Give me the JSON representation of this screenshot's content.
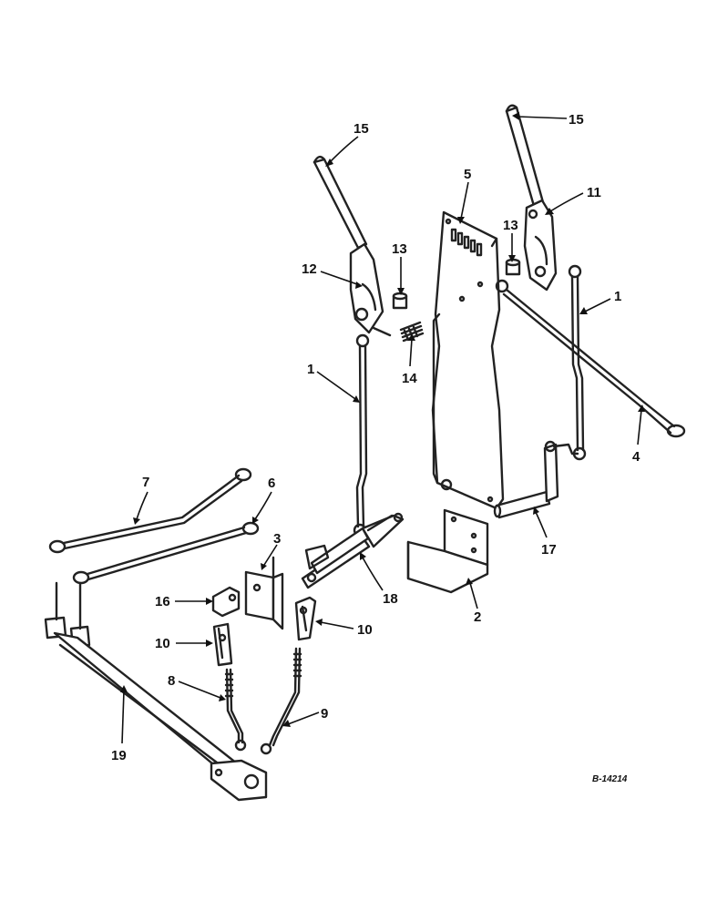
{
  "drawing_code": "B-14214",
  "callouts": {
    "c1a": "1",
    "c1b": "1",
    "c2": "2",
    "c3": "3",
    "c4": "4",
    "c5": "5",
    "c6": "6",
    "c7": "7",
    "c8": "8",
    "c9": "9",
    "c10a": "10",
    "c10b": "10",
    "c11": "11",
    "c12": "12",
    "c13a": "13",
    "c13b": "13",
    "c14": "14",
    "c15a": "15",
    "c15b": "15",
    "c16": "16",
    "c17": "17",
    "c18": "18",
    "c19": "19"
  }
}
